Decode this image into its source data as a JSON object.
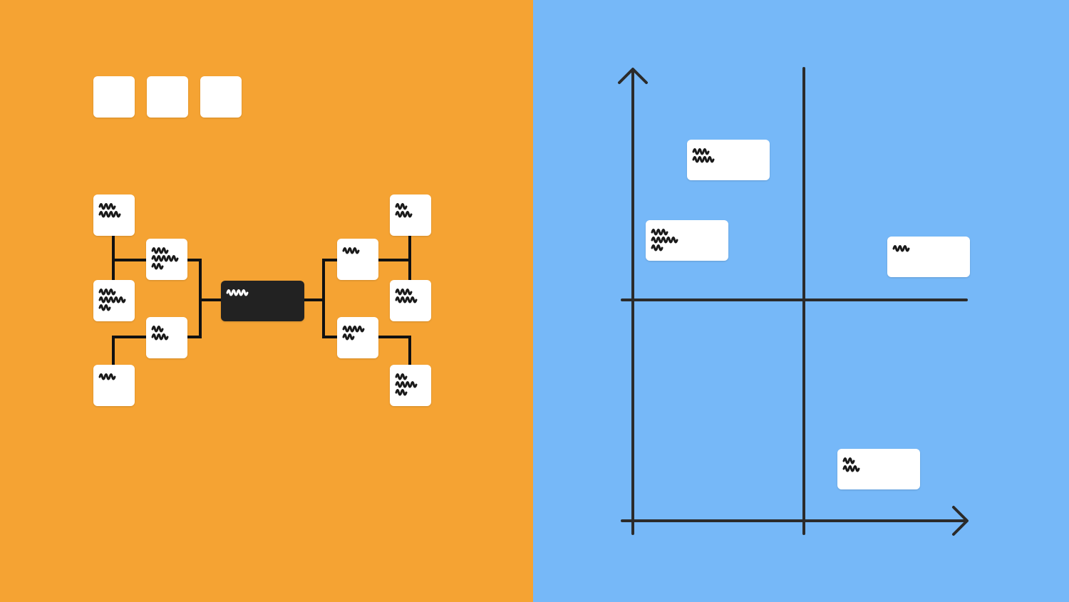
{
  "colors": {
    "left_background": "#F5A333",
    "right_background": "#76B8F8",
    "card": "#FFFFFF",
    "line": "#111111",
    "axis": "#2B2B2B",
    "center_node": "#222222",
    "scribble_dark": "#1A1A1A",
    "scribble_light": "#FFFFFF"
  },
  "left_panel": {
    "icons": [
      "placeholder-square",
      "placeholder-square",
      "placeholder-square"
    ],
    "diagram": "tree-diagram"
  },
  "right_panel": {
    "diagram": "quadrant-chart",
    "card_count": 4
  }
}
